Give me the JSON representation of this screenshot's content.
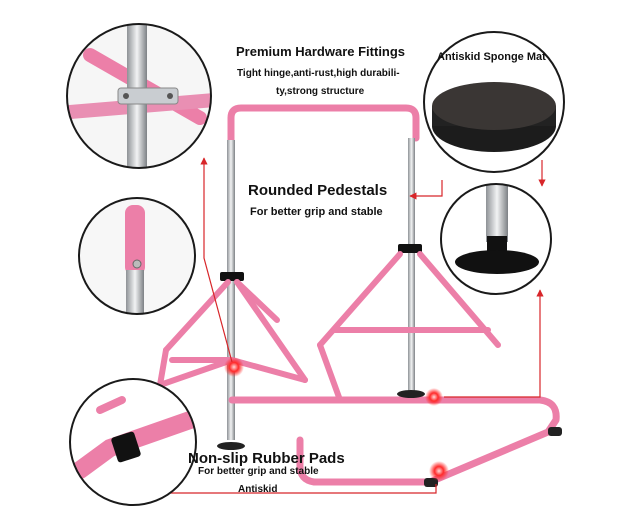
{
  "colors": {
    "frame_pink": "#ec7fa8",
    "frame_pink_dark": "#c95c88",
    "chrome": "#bfc3c7",
    "callout_red": "#d8262a",
    "circle_border": "#1a1a1a"
  },
  "callouts": {
    "hardware": {
      "title": "Premium Hardware Fittings",
      "line1": "Tight hinge,anti-rust,high durabili-",
      "line2": "ty,strong structure"
    },
    "mat": {
      "title": "Antiskid Sponge Mat"
    },
    "pedestals": {
      "title": "Rounded Pedestals",
      "subtitle": "For better grip and stable"
    },
    "pads": {
      "title": "Non-slip Rubber Pads",
      "subtitle": "For better grip and stable",
      "footer": "Antiskid"
    }
  }
}
